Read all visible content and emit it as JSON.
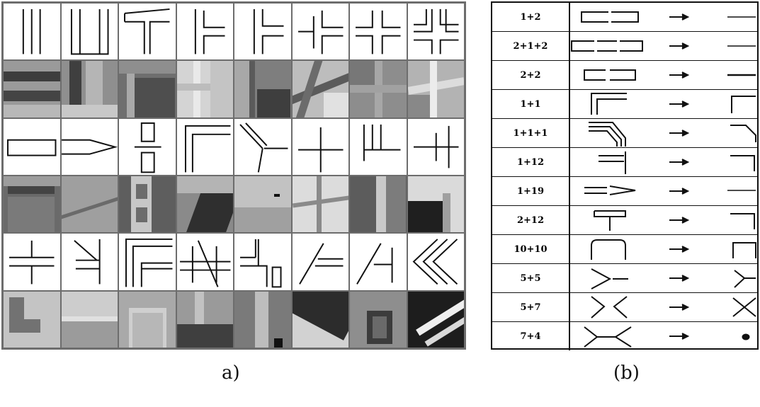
{
  "panel_a": {
    "caption": "a)",
    "columns": 8,
    "rows": [
      {
        "kind": "sketch",
        "icons": [
          "triple-vertical-lines-icon",
          "u-channel-icon",
          "t-junction-icon",
          "vertical-line-with-side-ticks-icon",
          "vertical-line-with-side-ticks-icon",
          "cross-junction-icon",
          "double-cross-junction-icon",
          "double-double-cross-icon"
        ]
      },
      {
        "kind": "photo",
        "icons": [
          "horizontal-bars-photo",
          "vertical-bars-photo",
          "door-frame-photo",
          "window-frame-photo",
          "corner-frame-photo",
          "diagonal-window-photo",
          "grid-wall-photo",
          "skewed-frame-photo"
        ]
      },
      {
        "kind": "sketch",
        "icons": [
          "rectangle-bar-icon",
          "arrow-bar-icon",
          "stacked-boxes-icon",
          "l-corner-icon",
          "y-junction-icon",
          "plus-junction-icon",
          "comb-icon",
          "h-junction-icon"
        ]
      },
      {
        "kind": "photo",
        "icons": [
          "brick-ledge-photo",
          "diagonal-shadow-photo",
          "window-column-photo",
          "dark-corner-photo",
          "ceiling-shadow-photo",
          "cross-window-photo",
          "wall-edge-photo",
          "doorway-photo"
        ]
      },
      {
        "kind": "sketch",
        "icons": [
          "split-cross-icon",
          "arrow-junction-icon",
          "nested-corners-icon",
          "skewed-ladder-icon",
          "step-bar-icon",
          "slanted-comb-icon",
          "slant-h-icon",
          "chevron-stack-icon"
        ]
      },
      {
        "kind": "photo",
        "icons": [
          "l-block-photo",
          "ledge-photo",
          "frame-photo",
          "dark-base-photo",
          "pillar-photo",
          "roof-edge-photo",
          "grille-photo",
          "bright-chevron-photo"
        ]
      }
    ]
  },
  "panel_b": {
    "caption": "(b)",
    "rows": [
      {
        "code": "1+2",
        "icon": "double-bar-merge-icon"
      },
      {
        "code": "2+1+2",
        "icon": "triple-bar-merge-icon"
      },
      {
        "code": "2+2",
        "icon": "double-box-merge-icon"
      },
      {
        "code": "1+1",
        "icon": "corner-merge-icon"
      },
      {
        "code": "1+1+1",
        "icon": "bent-corner-merge-icon"
      },
      {
        "code": "1+12",
        "icon": "t-corner-merge-icon"
      },
      {
        "code": "1+19",
        "icon": "arrow-bar-merge-icon"
      },
      {
        "code": "2+12",
        "icon": "tee-corner-merge-icon"
      },
      {
        "code": "10+10",
        "icon": "arch-merge-icon"
      },
      {
        "code": "5+5",
        "icon": "y-merge-icon"
      },
      {
        "code": "5+7",
        "icon": "x-merge-icon"
      },
      {
        "code": "7+4",
        "icon": "point-merge-icon"
      }
    ]
  }
}
